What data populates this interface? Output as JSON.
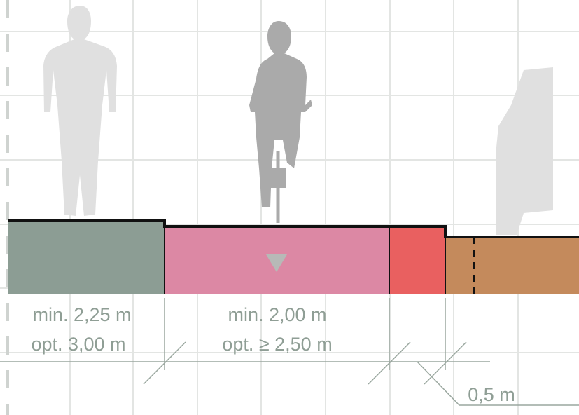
{
  "colors": {
    "grid": "#e3e5e3",
    "sidewalk": "#8c9d94",
    "bikelane": "#dc88a4",
    "buffer": "#e96060",
    "parking": "#c48a5c",
    "silhouette_light": "#e0e0e0",
    "silhouette_dark": "#aaaaaa",
    "dimension": "#9aa79f",
    "outline": "#111111"
  },
  "icons": {
    "direction_marker": "down-triangle-icon",
    "pedestrian": "pedestrian-icon",
    "cyclist": "cyclist-icon",
    "car": "parked-car-icon"
  },
  "sidewalk": {
    "min_label": "min. 2,25 m",
    "opt_label": "opt. 3,00 m"
  },
  "bikelane": {
    "min_label": "min. 2,00 m",
    "opt_label": "opt. ≥ 2,50 m"
  },
  "buffer": {
    "label": "0,5 m"
  }
}
